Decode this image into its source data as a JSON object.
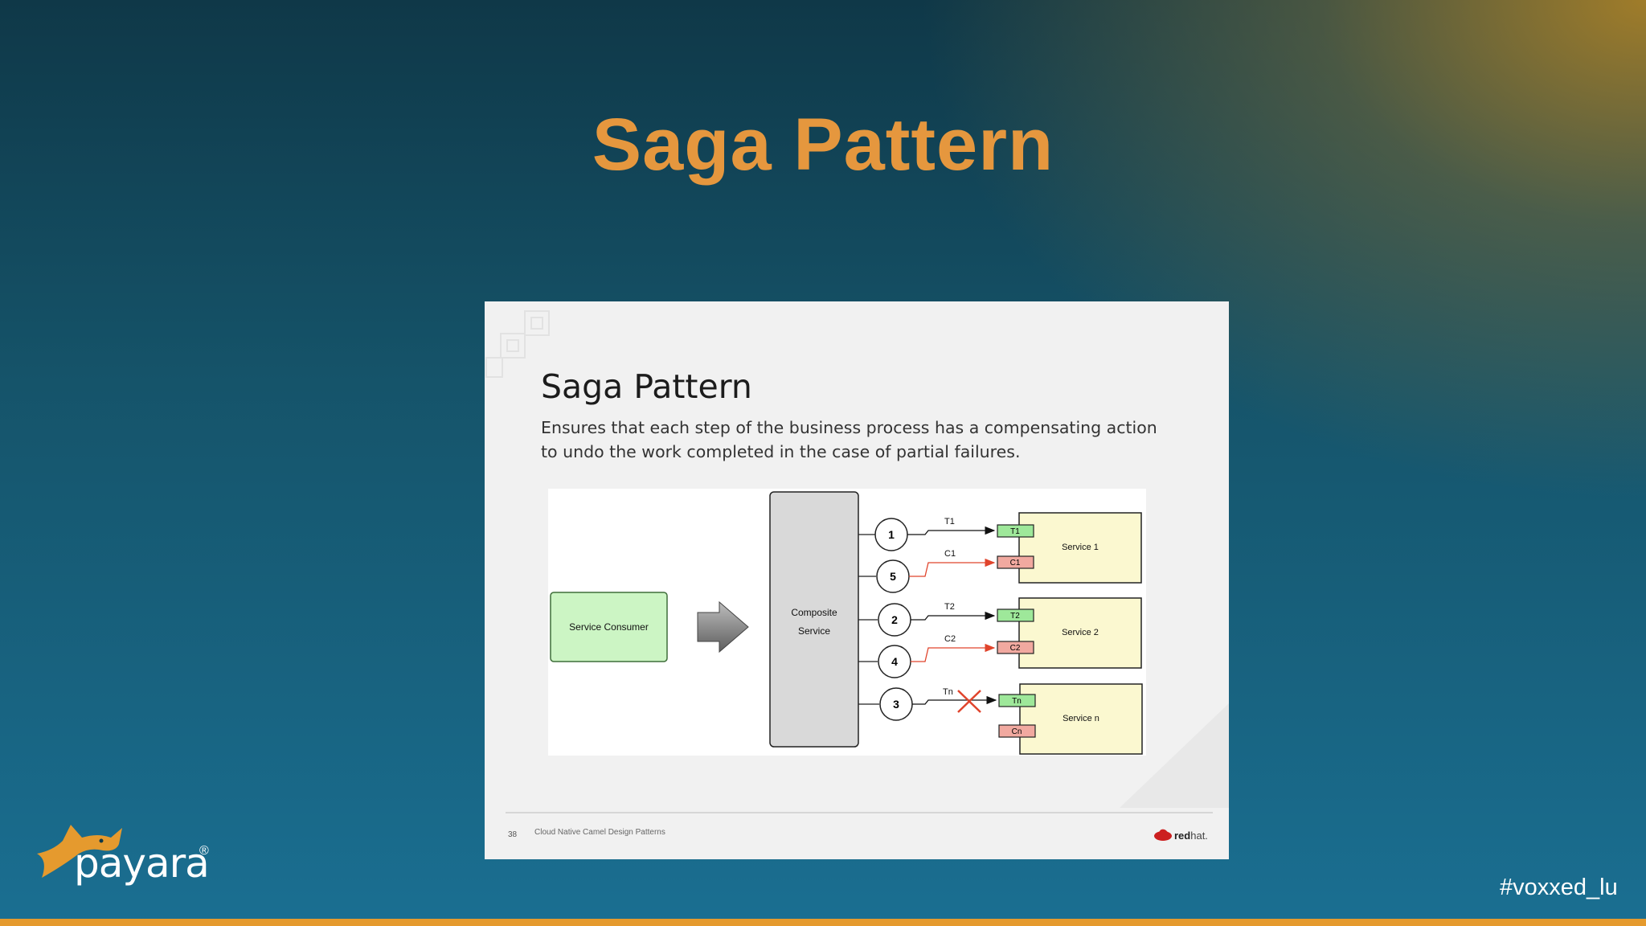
{
  "title": "Saga Pattern",
  "slide": {
    "title": "Saga Pattern",
    "subtitle_line1": "Ensures that each step of the business process has a compensating action",
    "subtitle_line2": "to undo the work completed in the case of partial failures.",
    "page_number": "38",
    "footer": "Cloud Native Camel Design Patterns",
    "brand_red": "red",
    "brand_hat": "hat."
  },
  "diagram": {
    "consumer_label": "Service Consumer",
    "composite_line1": "Composite",
    "composite_line2": "Service",
    "steps": [
      "1",
      "5",
      "2",
      "4",
      "3"
    ],
    "arrows": [
      "T1",
      "C1",
      "T2",
      "C2",
      "Tn"
    ],
    "services": [
      {
        "name": "Service 1",
        "t": "T1",
        "c": "C1"
      },
      {
        "name": "Service 2",
        "t": "T2",
        "c": "C2"
      },
      {
        "name": "Service n",
        "t": "Tn",
        "c": "Cn"
      }
    ],
    "colors": {
      "consumer_fill": "#ccf5c4",
      "service_fill": "#fbf8d0",
      "t_fill": "#9ee89a",
      "c_fill": "#f1a9a0",
      "compensate_red": "#e0442c"
    }
  },
  "branding": {
    "logo_text": "payara",
    "logo_mark": "®",
    "hashtag": "#voxxed_lu",
    "accent": "#e5973e"
  }
}
